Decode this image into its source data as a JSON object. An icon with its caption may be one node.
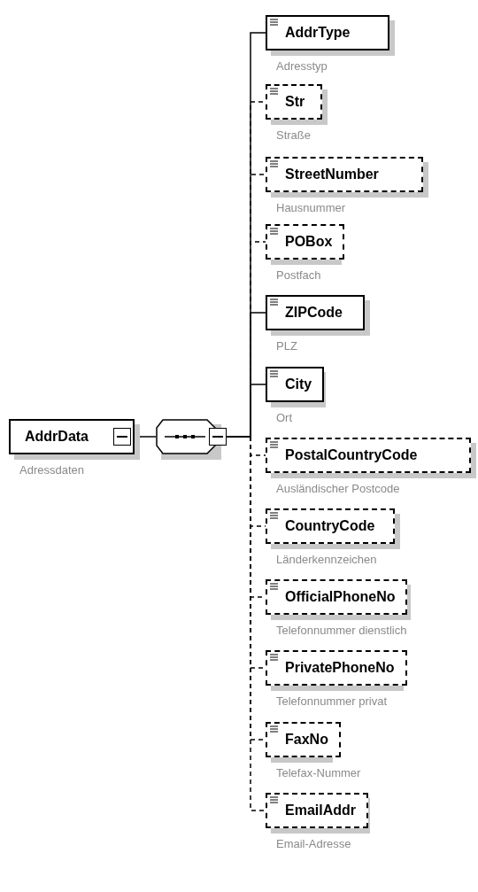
{
  "diagram": {
    "nodes": [
      {
        "text": [
          "AddrData"
        ],
        "beside": [
          "Adressdaten"
        ]
      },
      {
        "text": [],
        "shape": "octagon"
      },
      {
        "text": [
          "AddrType"
        ],
        "beside": [
          "Adresstyp"
        ]
      },
      {
        "text": [
          "Str"
        ],
        "beside": [
          "Straße"
        ]
      },
      {
        "text": [
          "StreetNumber"
        ],
        "beside": [
          "Hausnummer"
        ]
      },
      {
        "text": [
          "POBox"
        ],
        "beside": [
          "Postfach"
        ]
      },
      {
        "text": [
          "ZIPCode"
        ],
        "beside": [
          "PLZ"
        ]
      },
      {
        "text": [
          "City"
        ],
        "beside": [
          "Ort"
        ]
      },
      {
        "text": [
          "PostalCountryCode"
        ],
        "beside": [
          "Ausländischer Postcode"
        ]
      },
      {
        "text": [
          "CountryCode"
        ],
        "beside": [
          "Länderkennzeichen"
        ]
      },
      {
        "text": [
          "OfficialPhoneNo"
        ],
        "beside": [
          "Telefonnummer dienstlich"
        ]
      },
      {
        "text": [
          "PrivatePhoneNo"
        ],
        "beside": [
          "Telefonnummer privat"
        ]
      },
      {
        "text": [
          "FaxNo"
        ],
        "beside": [
          "Telefax-Nummer"
        ]
      },
      {
        "text": [
          "EmailAddr"
        ],
        "beside": [
          "Email-Adresse"
        ]
      }
    ],
    "edges": [
      {
        "from": 0,
        "to": 1,
        "arrow": "none"
      },
      {
        "from": 1,
        "to": 2,
        "arrow": "none"
      },
      {
        "from": 1,
        "to": 3,
        "arrow": "none",
        "style": "dashed"
      },
      {
        "from": 1,
        "to": 4,
        "arrow": "none",
        "style": "dashed"
      },
      {
        "from": 1,
        "to": 5,
        "arrow": "none",
        "style": "dashed"
      },
      {
        "from": 1,
        "to": 6,
        "arrow": "none"
      },
      {
        "from": 1,
        "to": 7,
        "arrow": "none"
      },
      {
        "from": 1,
        "to": 8,
        "arrow": "none",
        "style": "dashed"
      },
      {
        "from": 1,
        "to": 9,
        "arrow": "none",
        "style": "dashed"
      },
      {
        "from": 1,
        "to": 10,
        "arrow": "none",
        "style": "dashed"
      },
      {
        "from": 1,
        "to": 11,
        "arrow": "none",
        "style": "dashed"
      },
      {
        "from": 1,
        "to": 12,
        "arrow": "none",
        "style": "dashed"
      },
      {
        "from": 1,
        "to": 13,
        "arrow": "none",
        "style": "dashed"
      }
    ]
  }
}
